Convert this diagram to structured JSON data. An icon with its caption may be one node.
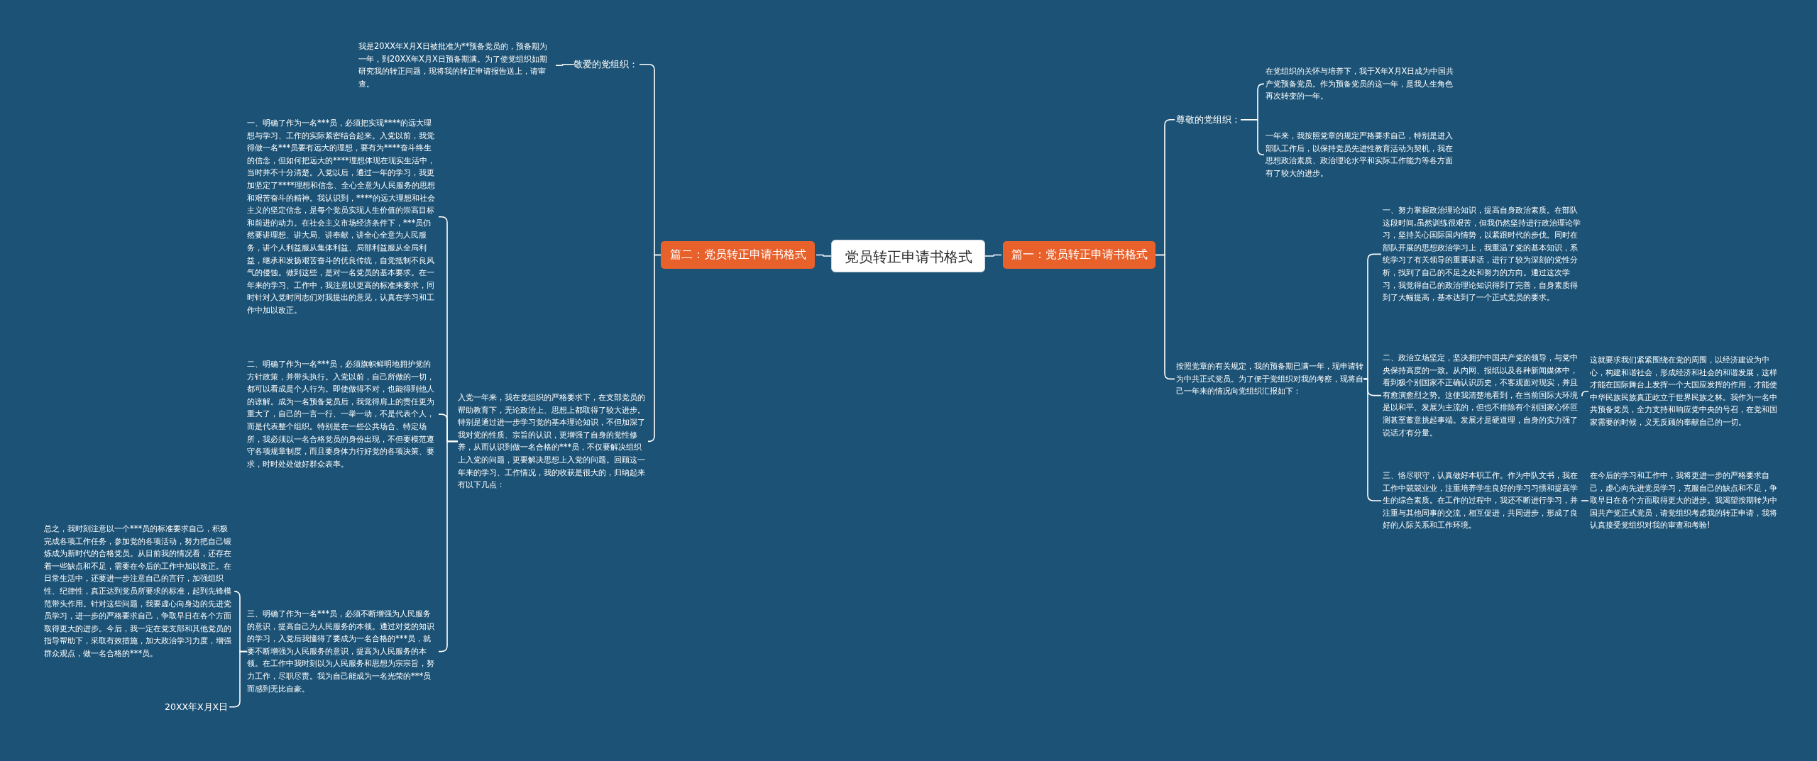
{
  "diagram": {
    "nodes": [
      {
        "text": [
          "党员转正申请书格式"
        ]
      },
      {
        "text": [
          "篇一：党员转正申请书格式"
        ]
      },
      {
        "text": [
          "尊敬的党组织："
        ]
      },
      {
        "text": [
          "在党组织的关怀与培养下，我于X年X月X日成为中国共产党预备党员。作为预备党员的这一年，是我人生角色再次转变的一年。"
        ]
      },
      {
        "text": [
          "一年来，我按照党章的规定严格要求自己，特别是进入部队工作后，以保持党员先进性教育活动为契机，我在思想政治素质、政治理论水平和实际工作能力等各方面有了较大的进步。"
        ]
      },
      {
        "text": [
          "按照党章的有关规定，我的预备期已满一年，现申请转为中共正式党员。为了便于党组织对我的考察，现将自己一年来的情况向党组织汇报如下："
        ]
      },
      {
        "text": [
          "一、努力掌握政治理论知识，提高自身政治素质。在部队这段时间,虽然训练很艰苦，但我仍然坚持进行政治理论学习，坚持关心国际国内情势，以紧跟时代的步伐。同时在部队开展的思想政治学习上，我重温了党的基本知识，系统学习了有关领导的重要讲话，进行了较为深刻的党性分析，找到了自己的不足之处和努力的方向。通过这次学习，我觉得自己的政治理论知识得到了完善，自身素质得到了大幅提高，基本达到了一个正式党员的要求。"
        ]
      },
      {
        "text": [
          "二、政治立场坚定，坚决拥护中国共产党的领导，与党中央保持高度的一致。从内网、报纸以及各种新闻媒体中，看到极个别国家不正确认识历史，不客观面对现实，并且有愈演愈烈之势。这使我清楚地看到，在当前国际大环境是以和平、发展为主流的，但也不排除有个别国家心怀叵测甚至蓄意挑起事端。发展才是硬道理，自身的实力强了说话才有分量。"
        ]
      },
      {
        "text": [
          "这就要求我们紧紧围绕在党的周围，以经济建设为中心，构建和谐社会，形成经济和社会的和谐发展，这样才能在国际舞台上发挥一个大国应发挥的作用，才能使中华民族民族真正屹立于世界民族之林。我作为一名中共预备党员，全力支持和响应党中央的号召，在党和国家需要的时候，义无反顾的奉献自己的一切。"
        ]
      },
      {
        "text": [
          "三、恪尽职守，认真做好本职工作。作为中队文书，我在工作中兢兢业业，注重培养学生良好的学习习惯和提高学生的综合素质。在工作的过程中，我还不断进行学习，并注重与其他同事的交流，相互促进，共同进步，形成了良好的人际关系和工作环境。"
        ]
      },
      {
        "text": [
          "在今后的学习和工作中，我将更进一步的严格要求自己，虚心向先进党员学习，克服自己的缺点和不足，争取早日在各个方面取得更大的进步。我渴望按期转为中国共产党正式党员，请党组织考虑我的转正申请，我将认真接受党组织对我的审查和考验!"
        ]
      },
      {
        "text": [
          "篇二：党员转正申请书格式"
        ]
      },
      {
        "text": [
          "敬爱的党组织："
        ]
      },
      {
        "text": [
          "我是20XX年X月X日被批准为**预备党员的，预备期为一年，到20XX年X月X日预备期满。为了使党组织如期研究我的转正问题，现将我的转正申请报告送上，请审查。"
        ]
      },
      {
        "text": [
          "入党一年来，我在党组织的严格要求下，在支部党员的帮助教育下，无论政治上、思想上都取得了较大进步。特别是通过进一步学习党的基本理论知识，不但加深了我对党的性质、宗旨的认识，更增强了自身的党性修养，从而认识到做一名合格的***员，不仅要解决组织上入党的问题，更要解决思想上入党的问题。回顾这一年来的学习、工作情况，我的收获是很大的，归纳起来有以下几点："
        ]
      },
      {
        "text": [
          "一、明确了作为一名***员，必须把实现****的远大理想与学习、工作的实际紧密结合起来。入党以前，我觉得做一名***员要有远大的理想，要有为****奋斗终生的信念，但如何把远大的****理想体现在现实生活中，当时并不十分清楚。入党以后，通过一年的学习，我更加坚定了****理想和信念、全心全意为人民服务的思想和艰苦奋斗的精神。我认识到，****的远大理想和社会主义的坚定信念，是每个党员实现人生价值的崇高目标和前进的动力。在社会主义市场经济条件下，***员仍然要讲理想、讲大局、讲奉献，讲全心全意为人民服务，讲个人利益服从集体利益、局部利益服从全局利益，继承和发扬艰苦奋斗的优良传统，自觉抵制不良风气的侵蚀。做到这些，是对一名党员的基本要求。在一年来的学习、工作中，我注意以更高的标准来要求，同时针对入党时同志们对我提出的意见，认真在学习和工作中加以改正。"
        ]
      },
      {
        "text": [
          "二、明确了作为一名***员，必须旗帜鲜明地拥护党的方针政策，并带头执行。入党以前，自己所做的一切，都可以看成是个人行为。即使做得不对，也能得到他人的谅解。成为一名预备党员后，我觉得肩上的责任更为重大了，自己的一言一行、一举一动，不是代表个人，而是代表整个组织。特别是在一些公共场合、特定场所，我必须以一名合格党员的身份出现，不但要模范遵守各项规章制度，而且要身体力行好党的各项决策、要求，时时处处做好群众表率。"
        ]
      },
      {
        "text": [
          "三、明确了作为一名***员，必须不断增强为人民服务的意识，提高自己为人民服务的本领。通过对党的知识的学习，入党后我懂得了要成为一名合格的***员，就要不断增强为人民服务的意识，提高为人民服务的本领。在工作中我时刻以为人民服务和思想为宗宗旨，努力工作，尽职尽责。我为自己能成为一名光荣的***员而感到无比自豪。"
        ]
      },
      {
        "text": [
          "总之，我时刻注意以一个***员的标准要求自己，积极完成各项工作任务，参加党的各项活动，努力把自己锻炼成为新时代的合格党员。从目前我的情况看，还存在着一些缺点和不足，需要在今后的工作中加以改正。在日常生活中，还要进一步注意自己的言行，加强组织性、纪律性，真正达到党员所要求的标准，起到先锋模范带头作用。针对这些问题，我要虚心向身边的先进党员学习，进一步的严格要求自己，争取早日在各个方面取得更大的进步。今后，我一定在党支部和其他党员的指导帮助下，采取有效措施，加大政治学习力度，增强群众观点，做一名合格的***员。"
        ]
      },
      {
        "text": [
          "20XX年X月X日"
        ]
      }
    ],
    "edges": [
      {
        "from": 0,
        "to": 1,
        "arrow": "none"
      },
      {
        "from": 0,
        "to": 11,
        "arrow": "none"
      },
      {
        "from": 1,
        "to": 2,
        "arrow": "none"
      },
      {
        "from": 1,
        "to": 5,
        "arrow": "none"
      },
      {
        "from": 2,
        "to": 3,
        "arrow": "none"
      },
      {
        "from": 2,
        "to": 4,
        "arrow": "none"
      },
      {
        "from": 5,
        "to": 6,
        "arrow": "none"
      },
      {
        "from": 5,
        "to": 7,
        "arrow": "none"
      },
      {
        "from": 5,
        "to": 9,
        "arrow": "none"
      },
      {
        "from": 7,
        "to": 8,
        "arrow": "none"
      },
      {
        "from": 9,
        "to": 10,
        "arrow": "none"
      },
      {
        "from": 11,
        "to": 12,
        "arrow": "none"
      },
      {
        "from": 11,
        "to": 14,
        "arrow": "none"
      },
      {
        "from": 12,
        "to": 13,
        "arrow": "none"
      },
      {
        "from": 14,
        "to": 15,
        "arrow": "none"
      },
      {
        "from": 14,
        "to": 16,
        "arrow": "none"
      },
      {
        "from": 14,
        "to": 17,
        "arrow": "none"
      },
      {
        "from": 17,
        "to": 18,
        "arrow": "none"
      },
      {
        "from": 17,
        "to": 19,
        "arrow": "none"
      }
    ]
  }
}
